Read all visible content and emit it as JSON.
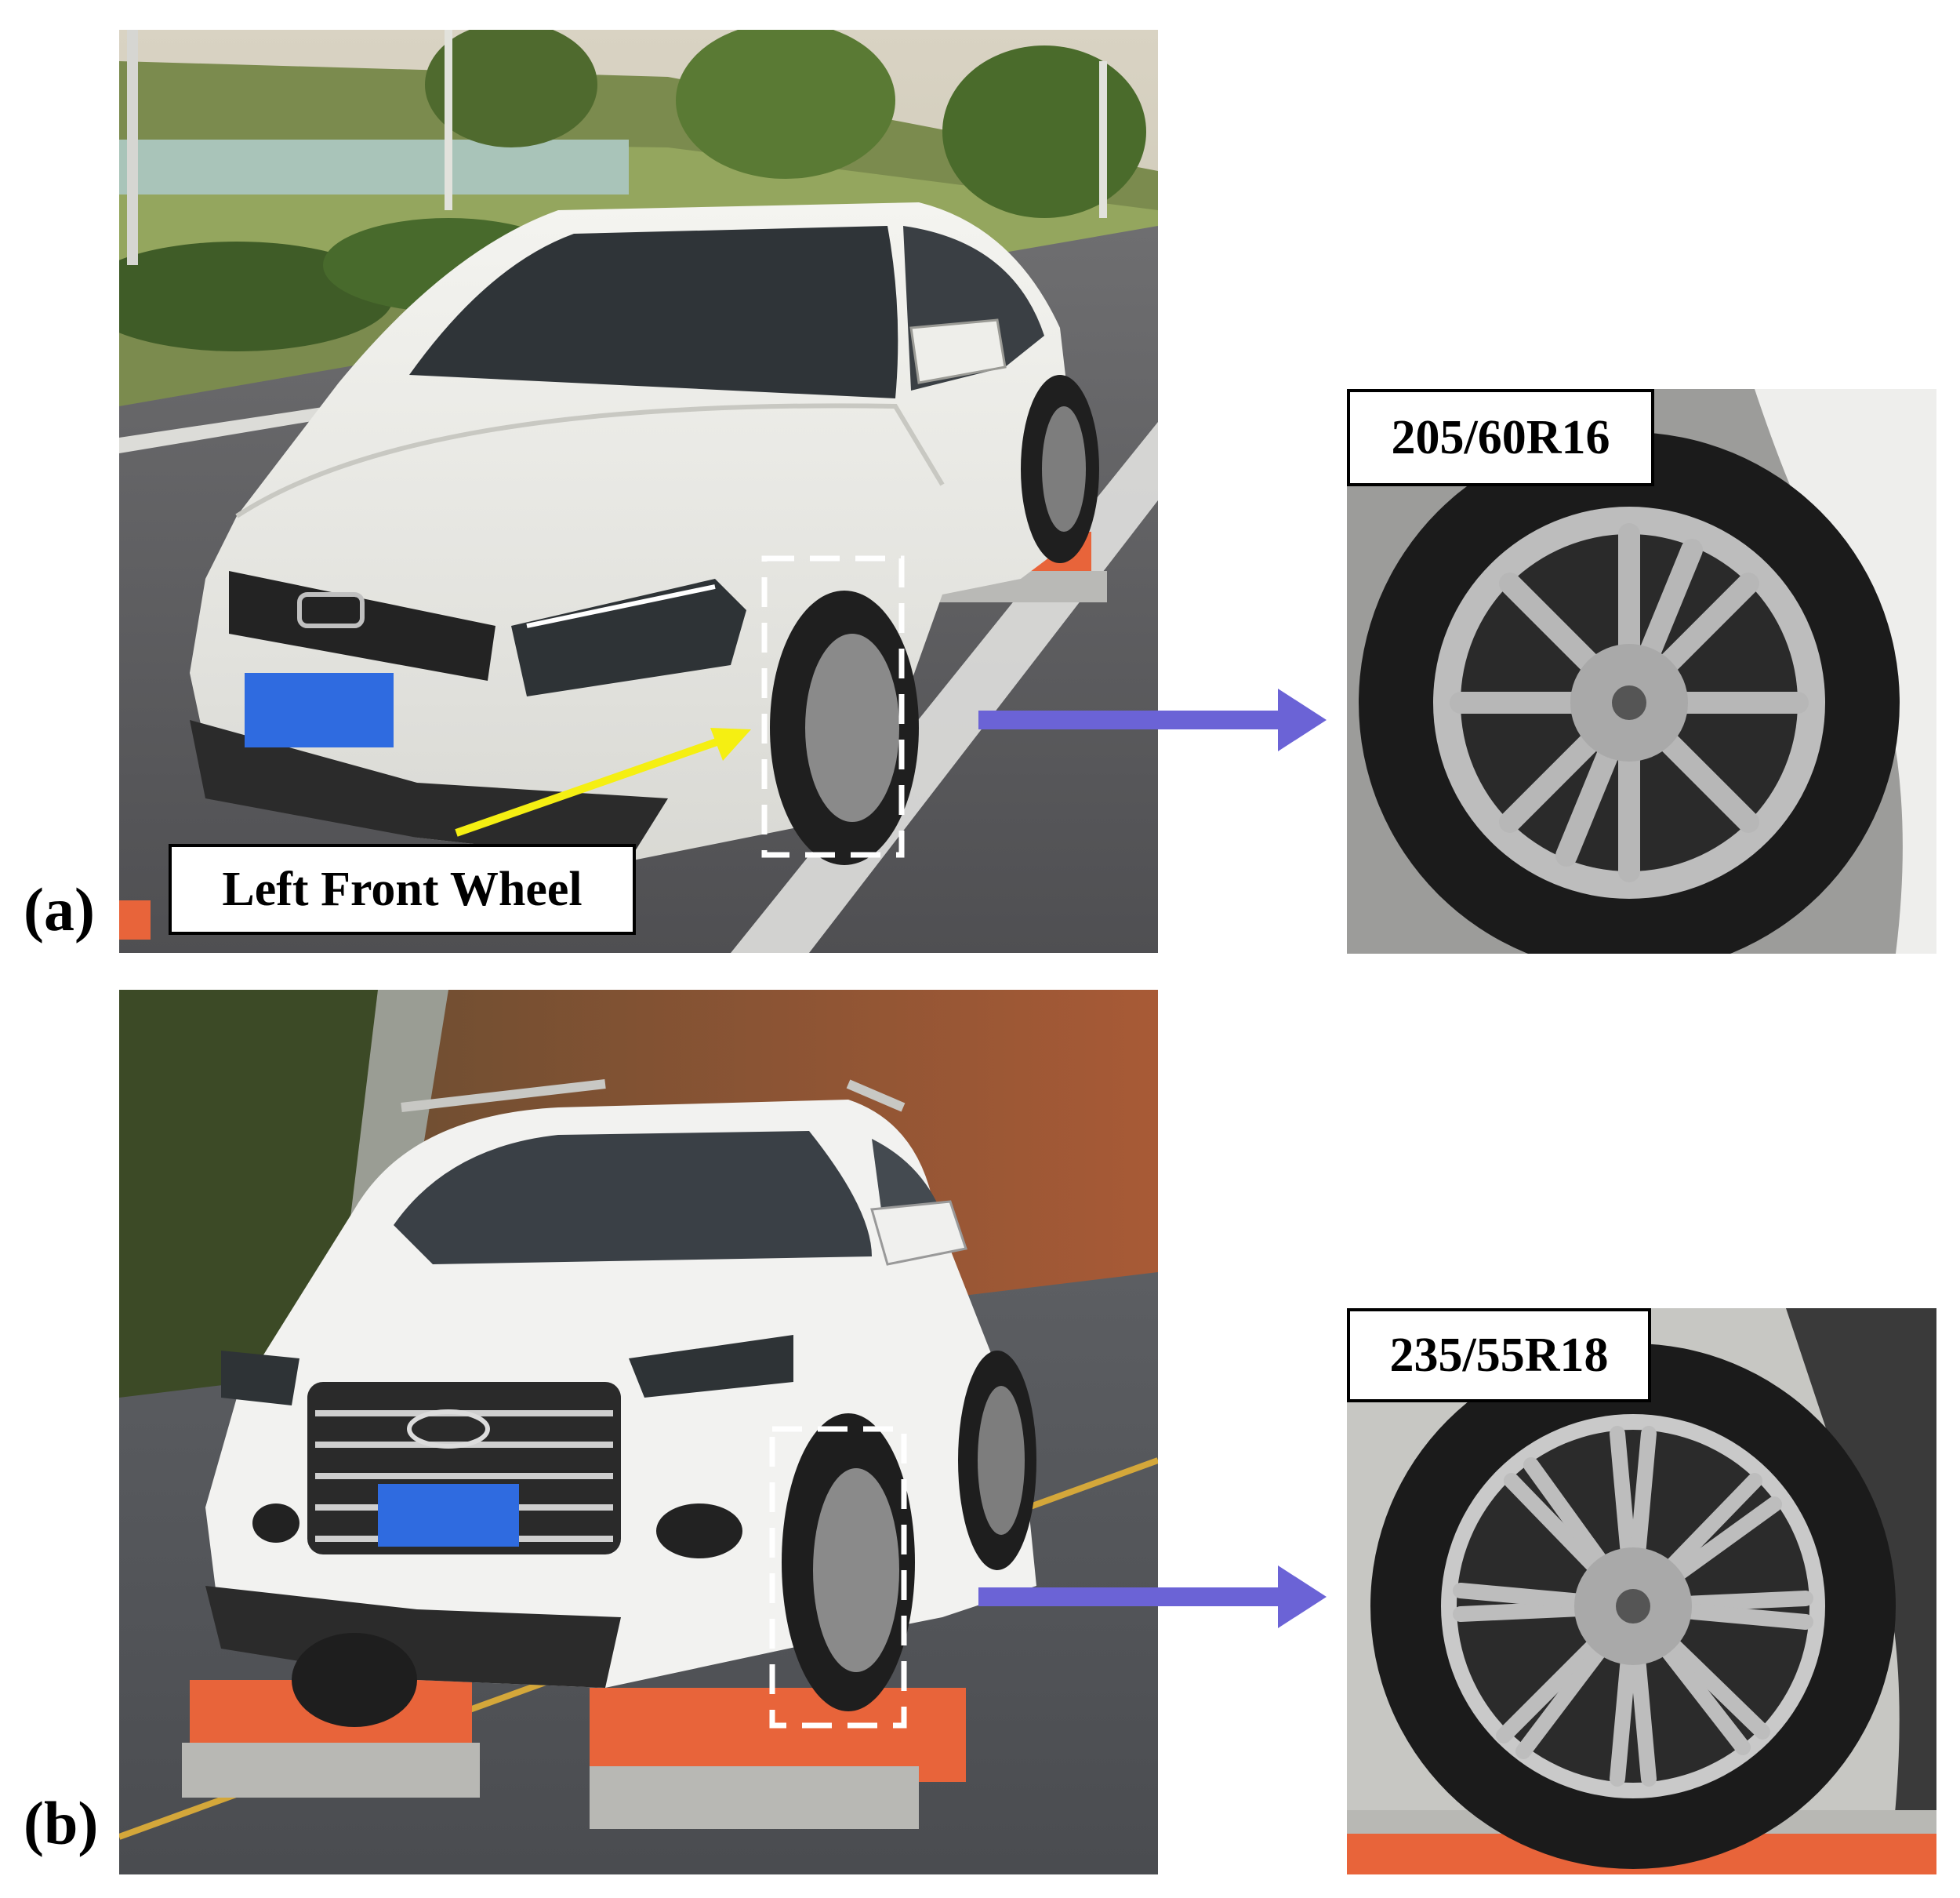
{
  "panels": [
    {
      "label": "(a)",
      "callout": "Left Front Wheel",
      "tire_size": "205/60R16"
    },
    {
      "label": "(b)",
      "tire_size": "235/55R18"
    }
  ],
  "colors": {
    "arrow": "#6b63d6",
    "pointer": "#f5ef12",
    "dashed_box": "#ffffff"
  }
}
